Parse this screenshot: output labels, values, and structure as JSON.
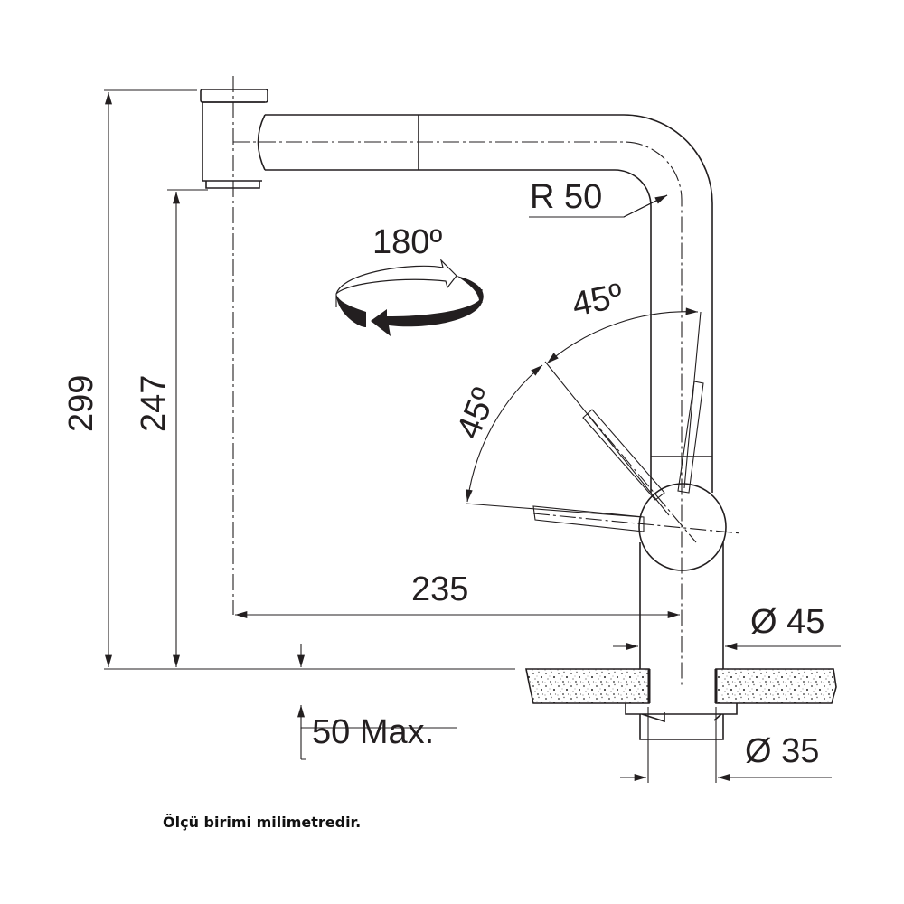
{
  "dimensions": {
    "total_height": "299",
    "spout_height": "247",
    "spout_reach": "235",
    "bend_radius": "R 50",
    "swivel_angle": "180º",
    "lever_angle_upper": "45º",
    "lever_angle_lower": "45º",
    "body_diameter": "Ø 45",
    "hole_diameter": "Ø 35",
    "max_countertop": "50 Max."
  },
  "footer_note": "Ölçü birimi milimetredir.",
  "colors": {
    "line": "#231f20",
    "background": "#ffffff"
  }
}
